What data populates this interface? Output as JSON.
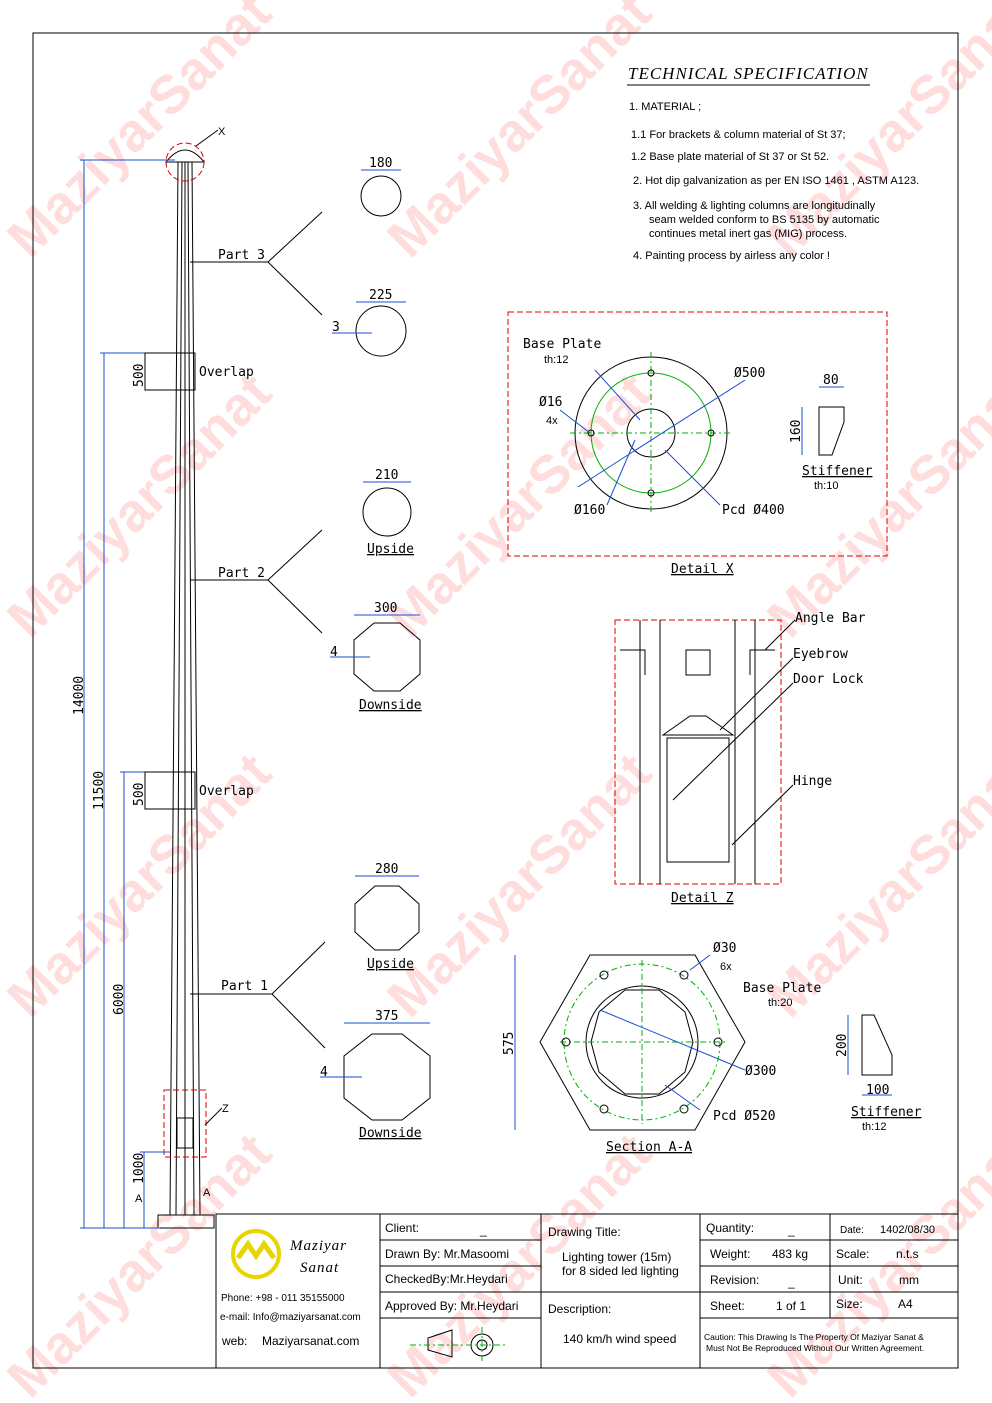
{
  "watermark": "MaziyarSanat",
  "spec": {
    "title": "TECHNICAL SPECIFICATION",
    "lines": [
      "1. MATERIAL ;",
      "1.1  For brackets & column material of St 37;",
      "1.2  Base plate material of St 37 or St 52.",
      "2.  Hot dip galvanization as per EN ISO 1461 , ASTM A123.",
      "3.  All welding & lighting columns are longitudinally",
      "seam  welded conform to BS 5135 by automatic",
      "continues metal inert gas (MIG) process.",
      "4.  Painting process by airless any color !"
    ]
  },
  "pole": {
    "dims": [
      "14000",
      "11500",
      "6000",
      "1000"
    ],
    "overlap_dim": "500",
    "overlap": "Overlap",
    "x": "X",
    "z": "Z",
    "a": "A"
  },
  "parts": [
    {
      "label": "Part  3",
      "top": "180",
      "bottom": "225",
      "thick": "3"
    },
    {
      "label": "Part  2",
      "top": "210",
      "bottom": "300",
      "thick": "4",
      "up": "Upside",
      "down": "Downside"
    },
    {
      "label": "Part  1",
      "top": "280",
      "bottom": "375",
      "thick": "4",
      "up": "Upside",
      "down": "Downside"
    }
  ],
  "detail_x": {
    "title": "Detail  X",
    "base": "Base  Plate",
    "th": "th:12",
    "d500": "Ø500",
    "d16": "Ø16",
    "n4": "4x",
    "d160": "Ø160",
    "pcd": "Pcd Ø400",
    "w": "80",
    "h": "160",
    "stiff": "Stiffener",
    "sth": "th:10"
  },
  "detail_z": {
    "title": "Detail  Z",
    "angle": "Angle  Bar",
    "eyebrow": "Eyebrow",
    "door": "Door  Lock",
    "hinge": "Hinge"
  },
  "section": {
    "title": "Section  A-A",
    "d30": "Ø30",
    "n6": "6x",
    "base": "Base  Plate",
    "th": "th:20",
    "h": "575",
    "d300": "Ø300",
    "pcd": "Pcd Ø520",
    "sh": "200",
    "sw": "100",
    "stiff": "Stiffener",
    "sth": "th:12"
  },
  "title_block": {
    "company1": "Maziyar",
    "company2": "Sanat",
    "phone": "Phone: +98 - 011 35155000",
    "email": "e-mail:  Info@maziyarsanat.com",
    "web_label": "web:",
    "web": "Maziyarsanat.com",
    "client_label": "Client:",
    "client": "_",
    "drawn": "Drawn By:  Mr.Masoomi",
    "checked": "CheckedBy:Mr.Heydari",
    "approved": "Approved By:  Mr.Heydari",
    "dt_label": "Drawing Title:",
    "dt1": "Lighting tower (15m)",
    "dt2": "for 8 sided led lighting",
    "desc_label": "Description:",
    "desc": "140 km/h wind speed",
    "qty_label": "Quantity:",
    "qty": "_",
    "wt_label": "Weight:",
    "wt": "483 kg",
    "rev_label": "Revision:",
    "rev": "_",
    "sheet_label": "Sheet:",
    "sheet": "1 of 1",
    "date_label": "Date:",
    "date": "1402/08/30",
    "scale_label": "Scale:",
    "scale": "n.t.s",
    "unit_label": "Unit:",
    "unit": "mm",
    "size_label": "Size:",
    "size": "A4",
    "caution1": "Caution: This Drawing Is The Property Of Maziyar Sanat &",
    "caution2": "Must Not Be Reproduced Without Our Written Agreement."
  }
}
